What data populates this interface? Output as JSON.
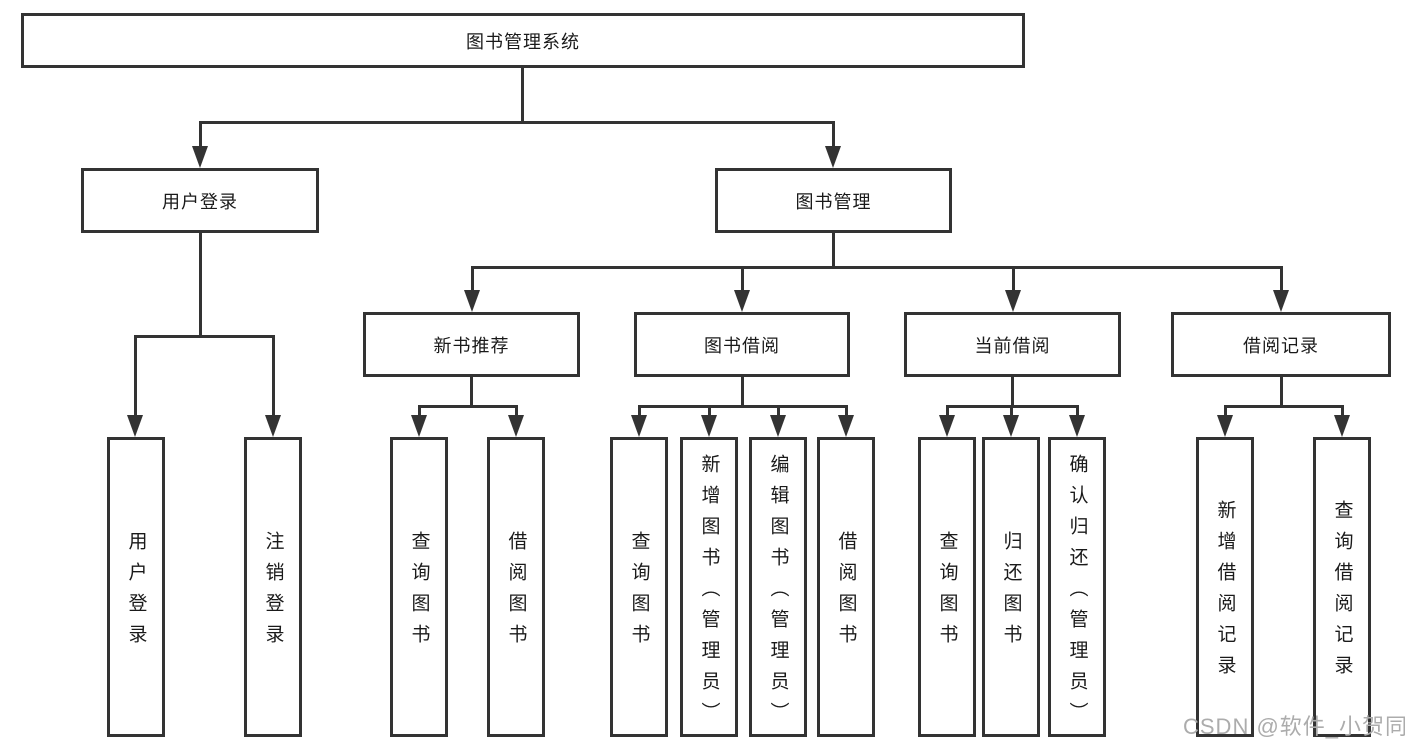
{
  "diagram_title": "图书管理系统",
  "tree": {
    "root": "图书管理系统",
    "level2": [
      "用户登录",
      "图书管理"
    ],
    "level3": [
      "新书推荐",
      "图书借阅",
      "当前借阅",
      "借阅记录"
    ],
    "leaves_login": [
      "用户登录",
      "注销登录"
    ],
    "leaves_newbook": [
      "查询图书",
      "借阅图书"
    ],
    "leaves_borrow": [
      "查询图书",
      "新增图书（管理员）",
      "编辑图书（管理员）",
      "借阅图书"
    ],
    "leaves_current": [
      "查询图书",
      "归还图书",
      "确认归还（管理员）"
    ],
    "leaves_records": [
      "新增借阅记录",
      "查询借阅记录"
    ]
  },
  "watermark": "CSDN @软件_小贺同学",
  "colors": {
    "line": "#333333",
    "box_background": "#ffffff",
    "text": "#1a1a1a",
    "watermark": "#acacac",
    "page_background": "#ffffff"
  }
}
